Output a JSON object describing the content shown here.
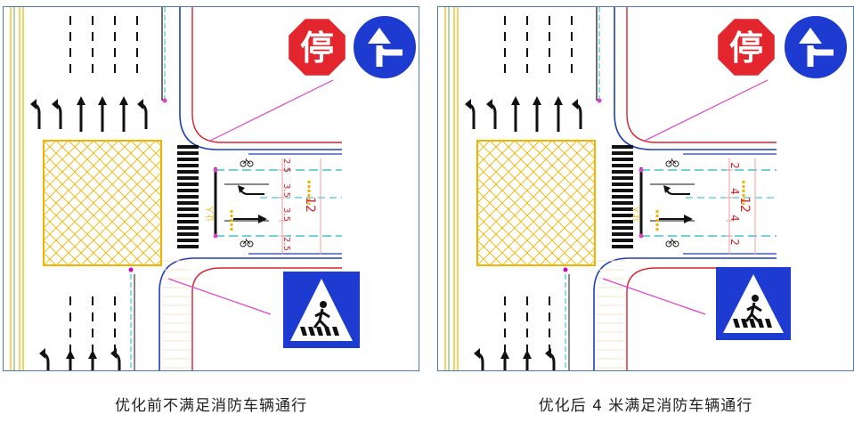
{
  "panels": [
    {
      "id": "before",
      "caption": "优化前不满足消防车辆通行",
      "stop_sign": "停",
      "yield_text": "让人",
      "dimensions": [
        "2.5",
        "3.5",
        "3.5",
        "2.5"
      ],
      "total_width": "12"
    },
    {
      "id": "after",
      "caption": "优化后 4 米满足消防车辆通行",
      "stop_sign": "停",
      "yield_text": "让人",
      "dimensions": [
        "2",
        "4",
        "4",
        "2"
      ],
      "total_width": "12"
    }
  ],
  "colors": {
    "frame": "#4a7ab5",
    "road_blue": "#1f3fb5",
    "road_red": "#d9232d",
    "yellow": "#f0b400",
    "cyan": "#1fb8c8",
    "magenta": "#e040c8",
    "sign_red": "#e3262d",
    "sign_blue": "#1d3bd0"
  },
  "icons": [
    "stop-sign-icon",
    "turn-left-sign-icon",
    "pedestrian-crossing-sign-icon",
    "bicycle-icon",
    "arrow-straight-icon",
    "arrow-left-turn-icon"
  ]
}
